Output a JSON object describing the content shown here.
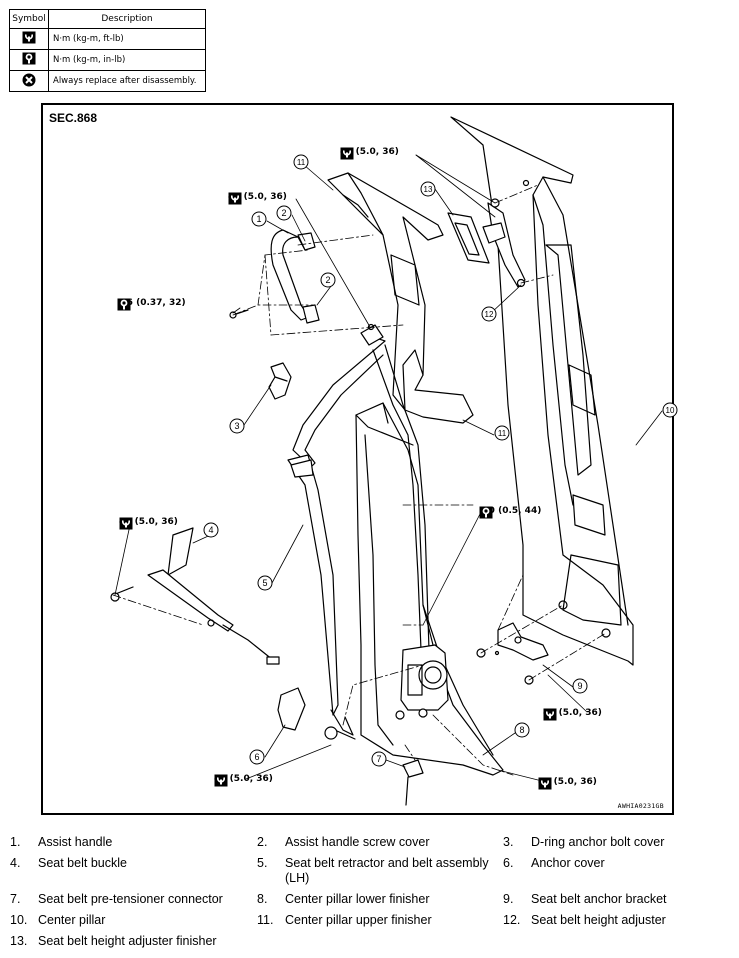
{
  "legend": {
    "headers": {
      "symbol": "Symbol",
      "description": "Description"
    },
    "rows": [
      {
        "icon": "torque-wrench-icon",
        "description": "N·m (kg-m, ft-lb)"
      },
      {
        "icon": "torque-wrench-filled-icon",
        "description": "N·m (kg-m, in-lb)"
      },
      {
        "icon": "always-replace-icon",
        "description": "Always replace after disassembly."
      }
    ]
  },
  "diagram": {
    "section": "SEC.868",
    "reference_code": "AWHIA0231GB",
    "callouts": [
      "1",
      "2",
      "2",
      "3",
      "4",
      "5",
      "6",
      "7",
      "8",
      "9",
      "10",
      "11",
      "11",
      "12",
      "13"
    ],
    "torques": [
      {
        "icon": "torque-wrench-icon",
        "value": "49 (5.0, 36)"
      },
      {
        "icon": "torque-wrench-icon",
        "value": "49 (5.0, 36)"
      },
      {
        "icon": "torque-wrench-filled-icon",
        "value": "3.6 (0.37, 32)"
      },
      {
        "icon": "torque-wrench-icon",
        "value": "49 (5.0, 36)"
      },
      {
        "icon": "torque-wrench-filled-icon",
        "value": "5.0 (0.5, 44)"
      },
      {
        "icon": "torque-wrench-icon",
        "value": "49 (5.0, 36)"
      },
      {
        "icon": "torque-wrench-icon",
        "value": "49 (5.0, 36)"
      },
      {
        "icon": "torque-wrench-icon",
        "value": "49 (5.0, 36)"
      }
    ]
  },
  "parts": [
    {
      "num": "1.",
      "label": "Assist handle"
    },
    {
      "num": "2.",
      "label": "Assist handle screw cover"
    },
    {
      "num": "3.",
      "label": "D-ring anchor bolt cover"
    },
    {
      "num": "4.",
      "label": "Seat belt buckle"
    },
    {
      "num": "5.",
      "label": "Seat belt retractor and belt assembly (LH)"
    },
    {
      "num": "6.",
      "label": "Anchor cover"
    },
    {
      "num": "7.",
      "label": "Seat belt pre-tensioner connector"
    },
    {
      "num": "8.",
      "label": "Center pillar lower finisher"
    },
    {
      "num": "9.",
      "label": "Seat belt anchor bracket"
    },
    {
      "num": "10.",
      "label": "Center pillar"
    },
    {
      "num": "11.",
      "label": "Center pillar upper finisher"
    },
    {
      "num": "12.",
      "label": "Seat belt height adjuster"
    },
    {
      "num": "13.",
      "label": "Seat belt height adjuster finisher"
    }
  ]
}
